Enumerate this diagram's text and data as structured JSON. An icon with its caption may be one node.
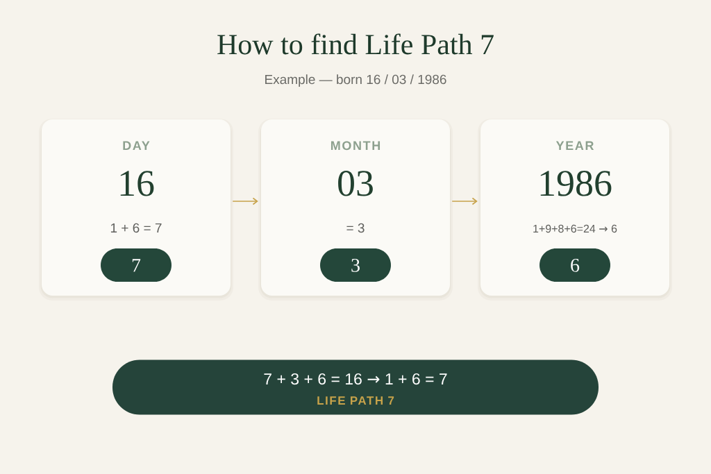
{
  "diagram": {
    "title": "How to find Life Path 7",
    "nodes": [
      {
        "text": [
          "DAY",
          "16",
          "1 + 6 = 7"
        ]
      },
      {
        "text": [
          "7"
        ],
        "in": 0
      },
      {
        "text": [
          "MONTH",
          "03",
          "= 3"
        ]
      },
      {
        "text": [
          "3"
        ],
        "in": 2
      },
      {
        "text": [
          "YEAR",
          "1986",
          "1+9+8+6=24 → 6"
        ]
      },
      {
        "text": [
          "6"
        ],
        "in": 4
      },
      {
        "text": [
          "7 + 3 + 6 = 16 → 1 + 6 = 7",
          "LIFE PATH 7"
        ]
      }
    ],
    "edges": [
      {
        "from": 0,
        "to": 2,
        "arrow": "to"
      },
      {
        "from": 2,
        "to": 4,
        "arrow": "to"
      }
    ],
    "labels": [
      "Example — born 16 / 03 / 1986"
    ]
  }
}
